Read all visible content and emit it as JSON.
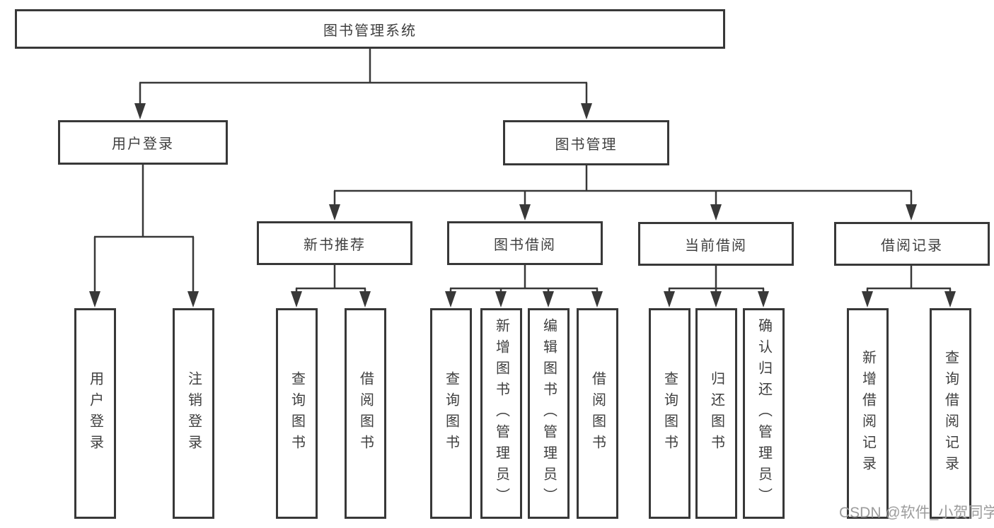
{
  "diagram": {
    "root": {
      "label": "图书管理系统"
    },
    "level2": [
      {
        "label": "用户登录"
      },
      {
        "label": "图书管理"
      }
    ],
    "level3": [
      {
        "label": "新书推荐"
      },
      {
        "label": "图书借阅"
      },
      {
        "label": "当前借阅"
      },
      {
        "label": "借阅记录"
      }
    ],
    "leaves": {
      "user_login": [
        {
          "label": "用户登录"
        },
        {
          "label": "注销登录"
        }
      ],
      "new_book_recommend": [
        {
          "label": "查询图书"
        },
        {
          "label": "借阅图书"
        }
      ],
      "book_borrow": [
        {
          "label": "查询图书"
        },
        {
          "label": "新增图书（管理员）"
        },
        {
          "label": "编辑图书（管理员）"
        },
        {
          "label": "借阅图书"
        }
      ],
      "current_borrow": [
        {
          "label": "查询图书"
        },
        {
          "label": "归还图书"
        },
        {
          "label": "确认归还（管理员）"
        }
      ],
      "borrow_records": [
        {
          "label": "新增借阅记录"
        },
        {
          "label": "查询借阅记录"
        }
      ]
    },
    "watermark": "CSDN @软件_小贺同学",
    "colors": {
      "line": "#383838",
      "text": "#3f3f3f",
      "watermark": "#9c9c9c",
      "background": "#ffffff"
    }
  }
}
